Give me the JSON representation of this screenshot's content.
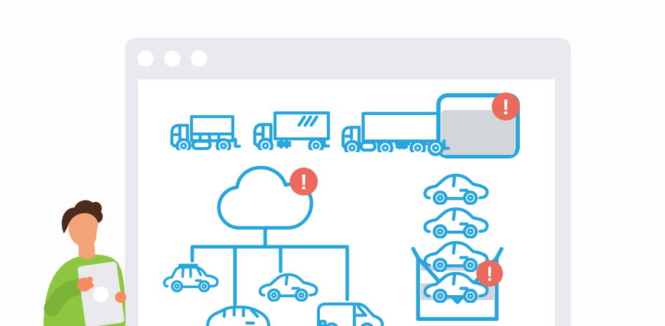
{
  "meta": {
    "scene": "fleet-telematics illustration inside a browser window mockup",
    "text_content": "none"
  },
  "colors": {
    "canvas_bg": "#fdfdfd",
    "window_frame": "#e8eaef",
    "window_dot": "#ffffff",
    "content_bg": "#ffffff",
    "line_blue": "#27a6de",
    "panel_gray": "#d2d5da",
    "alert_red": "#ec6a5b",
    "alert_glyph": "#ffffff",
    "person_shirt": "#8dc63f",
    "person_shirt_shade": "#7ab53a",
    "person_skin": "#f2a378",
    "person_hand": "#f58c63",
    "person_hair": "#4e2a1c",
    "tablet_body": "#e9e9ee",
    "tablet_logo": "#ffffff"
  },
  "browser_window": {
    "control_dots": 3
  },
  "illustration": {
    "trucks_row": {
      "items": [
        "box-truck",
        "box-truck-with-windshield",
        "semi-trailer-truck"
      ],
      "blank_panel": {
        "present": true,
        "alert": true
      }
    },
    "cloud_network": {
      "hub": "cloud",
      "hub_alert": true,
      "connected_vehicles": [
        "suv",
        "minivan",
        "sedan",
        "cargo-van"
      ]
    },
    "vehicle_list": {
      "sedan_count": 4,
      "envelope": {
        "present": true,
        "alert": true
      }
    },
    "person": {
      "pose": "standing",
      "facing": "right",
      "holding": "tablet"
    }
  },
  "alerts": {
    "glyph": "!",
    "count": 3
  }
}
